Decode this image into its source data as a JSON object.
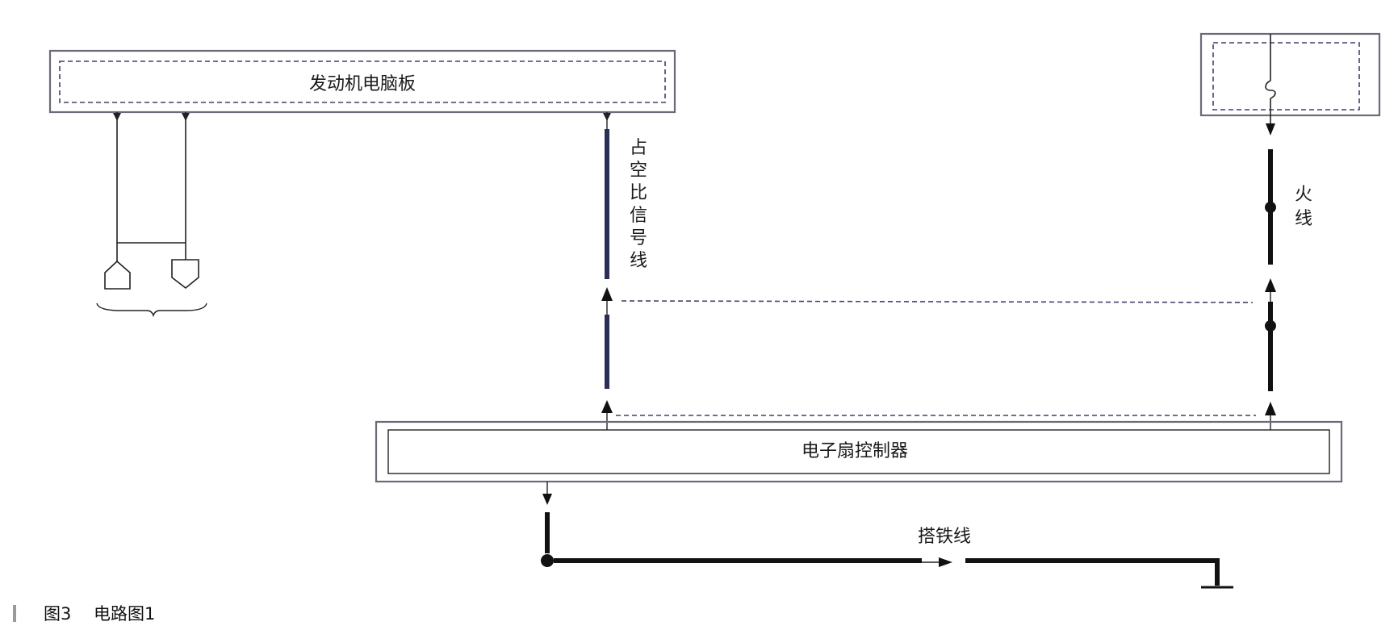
{
  "diagram": {
    "ecu_label": "发动机电脑板",
    "fan_controller_label": "电子扇控制器",
    "duty_signal_label": [
      "占",
      "空",
      "比",
      "信",
      "号",
      "线"
    ],
    "live_wire_label": [
      "火",
      "线"
    ],
    "ground_wire_label": "搭铁线"
  },
  "caption": {
    "figure_number": "图3",
    "title": "电路图1"
  },
  "colors": {
    "frame": "#6a6a78",
    "dashed": "#4a3a6a",
    "signal_wire": "#2a2f5a",
    "power_wire": "#111111",
    "caption_bar": "#9a9a9a"
  }
}
